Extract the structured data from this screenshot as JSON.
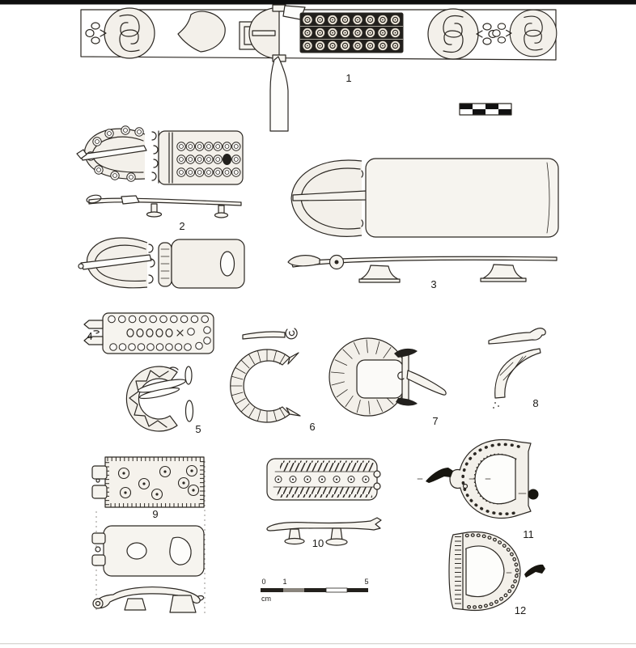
{
  "palette": {
    "paper": "#ffffff",
    "ink": "#2b2722",
    "light_fill": "#f3f0ea",
    "dark_plate": "#22201d",
    "top_bar": "#0e0e0e",
    "section_glyph": "#17150f"
  },
  "labels": {
    "n1": "1",
    "n2": "2",
    "n3": "3",
    "n4": "4",
    "n5": "5",
    "n6": "6",
    "n7": "7",
    "n8": "8",
    "n9": "9",
    "n10": "10",
    "n11": "11",
    "n12": "12"
  },
  "scale_bar": {
    "t0": "0",
    "t1": "1",
    "t5": "5",
    "unit": "cm"
  }
}
